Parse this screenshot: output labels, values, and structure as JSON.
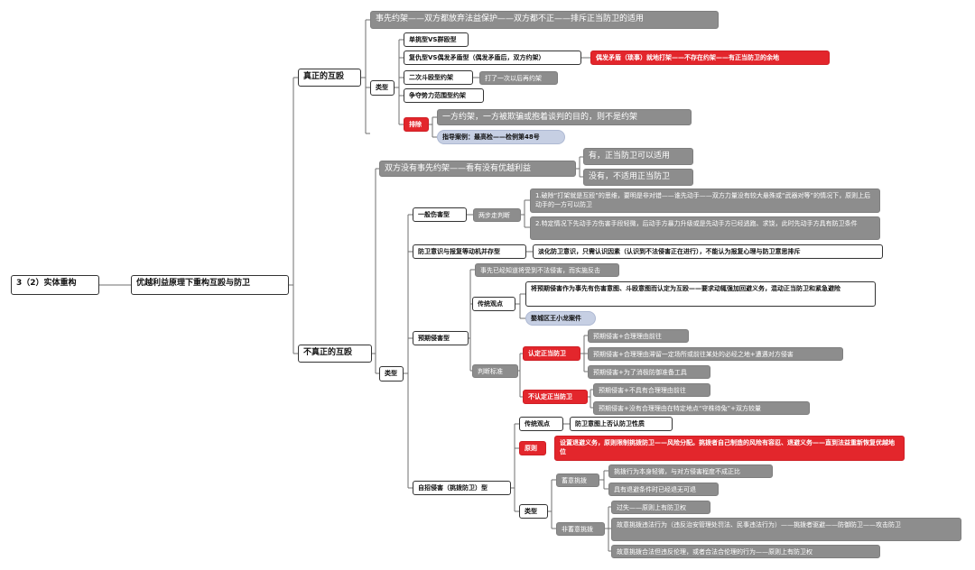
{
  "root": "3（2）实体重构",
  "main": "优越利益原理下重构互殴与防卫",
  "real": {
    "title": "真正的互殴",
    "prior": "事先约架——双方都放弃法益保护——双方都不正——排斥正当防卫的适用",
    "type": "类型",
    "t1": "单挑型VS群殴型",
    "t2": "复仇型VS偶发矛盾型（偶发矛盾后，双方约架）",
    "t2_note": "偶发矛盾（琐事）就地打架——不存在约架——有正当防卫的余地",
    "t3": "二次斗殴型约架",
    "t3_note": "打了一次以后再约架",
    "t4": "争夺势力范围型约架",
    "exclude": "排除",
    "ex1": "一方约架，一方被欺骗或抱着谈判的目的，则不是约架",
    "ex2": "指导案例：最高检——检例第48号"
  },
  "notreal": {
    "title": "不真正的互殴",
    "noprior": "双方没有事先约架——看有没有优越利益",
    "yes": "有，正当防卫可以适用",
    "no": "没有，不适用正当防卫",
    "type": "类型",
    "general": {
      "title": "一般伤害型",
      "two_step": "两步走判断",
      "s1": "1.破除“打架就是互殴”的思维，要明是非对错——谁先动手——双方力量没有较大悬殊或“武器对等”的情况下，原则上后动手的一方可以防卫",
      "s2": "2.特定情况下先动手方伤害手段轻微，后动手方暴力升级或是先动手方已经逃跑、求饶，此时先动手方具有防卫条件"
    },
    "coexist": {
      "title": "防卫意识与报复等动机并存型",
      "text": "淡化防卫意识，只需认识因素（认识到不法侵害正在进行），不能认为报复心理与防卫意思排斥"
    },
    "anticipated": {
      "title": "预期侵害型",
      "duty": "事先已经知道将受到不法侵害，而实施反击",
      "traditional": "传统观点",
      "trad_text": "将预期侵害作为事先有伤害意图、斗殴意图而认定为互殴——要求动辄强加回避义务，混动正当防卫和紧急避险",
      "case": "婺城区王小龙案件",
      "criteria": "判断标准",
      "recog": "认定正当防卫",
      "r1": "预期侵害+合理理由前往",
      "r2": "预期侵害+合理理由滞留一定场所或前往某处的必经之地+遭遇对方侵害",
      "r3": "预期侵害+为了消极防御准备工具",
      "notrecog": "不认定正当防卫",
      "n1": "预期侵害+不具有合理理由前往",
      "n2": "预期侵害+没有合理理由在特定地点“守株待兔”+双方较量"
    },
    "self": {
      "title": "自招侵害（挑拨防卫）型",
      "traditional": "传统观点",
      "trad_text": "防卫意图上否认防卫性质",
      "principle": "原则",
      "principle_text": "设置退避义务，原则限制挑拨防卫——风险分配。挑拨者自己制造的风险有容忍、退避义务——直到法益重新恢复优越地位",
      "type": "类型",
      "intent": "蓄意挑拨",
      "i1": "挑拨行为本身轻微，与对方侵害程度不成正比",
      "i2": "具有退避条件时已经退无可退",
      "nonintent": "非蓄意挑拨",
      "ni1": "过失——原则上有防卫权",
      "ni2": "故意挑拨违法行为（违反治安管理处罚法、民事违法行为）——挑拨者驱避——防御防卫——攻击防卫",
      "ni3": "故意挑拨合法但违反伦理，或者合法合伦理的行为——原则上有防卫权"
    }
  },
  "colors": {
    "line": "#6f6f6f",
    "gray": "#8d8d8d",
    "red": "#e3262c",
    "blue": "#c6cfe3"
  }
}
